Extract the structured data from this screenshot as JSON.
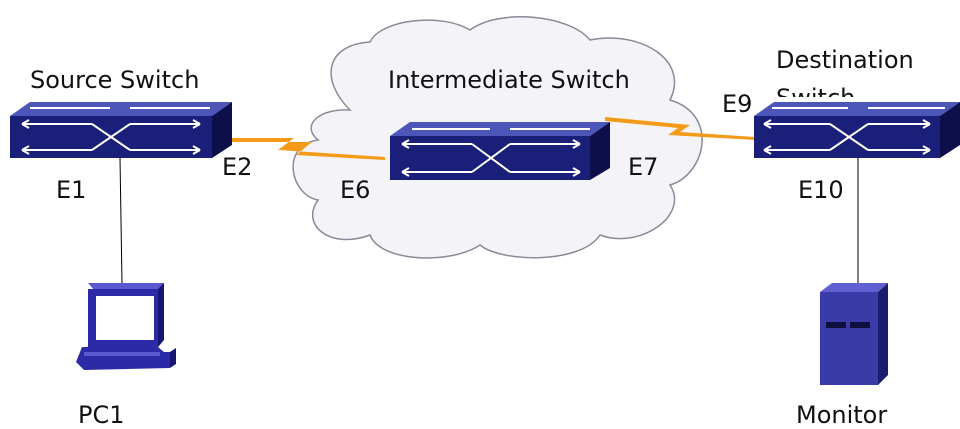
{
  "devices": {
    "source_switch": "Source Switch",
    "intermediate_switch": "Intermediate Switch",
    "destination_switch_line1": "Destination",
    "destination_switch_line2": "Switch",
    "pc": "PC1",
    "monitor": "Monitor"
  },
  "ports": {
    "e1": "E1",
    "e2": "E2",
    "e6": "E6",
    "e7": "E7",
    "e9": "E9",
    "e10": "E10"
  },
  "colors": {
    "switch_front": "#1a1f7a",
    "switch_top": "#4c56b8",
    "switch_side": "#0c0f4a",
    "link": "#f39a18",
    "cloud_fill": "#f4f4f8",
    "cloud_stroke": "#8a8a98",
    "computer": "#2b2ba8",
    "screen": "#ffffff"
  }
}
